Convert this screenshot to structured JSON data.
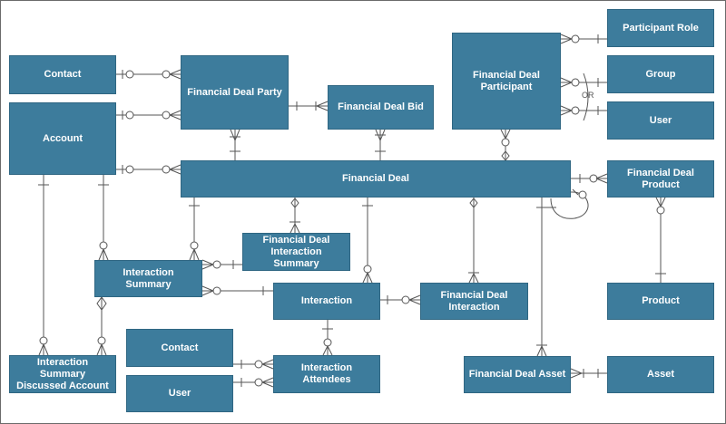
{
  "entities": {
    "contact_top": "Contact",
    "account": "Account",
    "financial_deal_party": "Financial Deal Party",
    "financial_deal_bid": "Financial Deal Bid",
    "financial_deal_participant": "Financial Deal\nParticipant",
    "participant_role": "Participant Role",
    "group": "Group",
    "user_top": "User",
    "financial_deal": "Financial Deal",
    "financial_deal_product": "Financial Deal Product",
    "financial_deal_interaction_summary": "Financial Deal\nInteraction Summary",
    "interaction_summary": "Interaction Summary",
    "interaction": "Interaction",
    "financial_deal_interaction": "Financial Deal\nInteraction",
    "product": "Product",
    "contact_bottom": "Contact",
    "user_bottom": "User",
    "interaction_summary_discussed_account": "Interaction Summary\nDiscussed Account",
    "interaction_attendees": "Interaction Attendees",
    "financial_deal_asset": "Financial Deal Asset",
    "asset": "Asset"
  },
  "or_label": "OR",
  "colors": {
    "entity_fill": "#3d7c9c",
    "entity_border": "#2f6682",
    "line": "#555555",
    "text": "#ffffff"
  }
}
